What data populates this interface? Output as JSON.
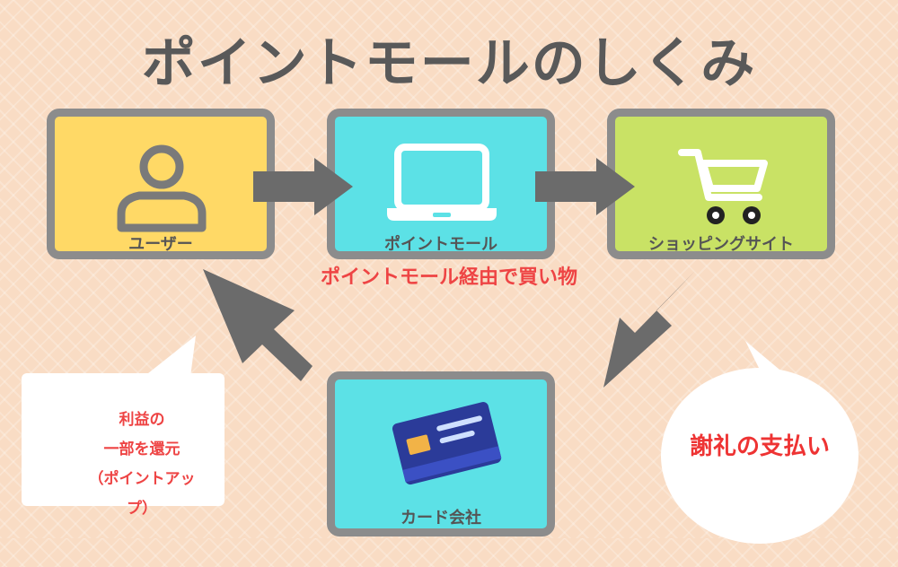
{
  "title": "ポイントモールのしくみ",
  "nodes": {
    "user": {
      "label": "ユーザー",
      "color": "#ffd966"
    },
    "mall": {
      "label": "ポイントモール",
      "color": "#5ce1e6"
    },
    "shop": {
      "label": "ショッピングサイト",
      "color": "#c9e265"
    },
    "card": {
      "label": "カード会社",
      "color": "#5ce1e6"
    }
  },
  "flow_caption": "ポイントモール経由で買い物",
  "user_note": [
    "利益の",
    "一部を還元",
    "（ポイントアップ）"
  ],
  "card_bubble": "謝礼の支払い",
  "colors": {
    "border": "#8c8c8c",
    "arrow": "#6b6b6b",
    "accent": "#ee4444",
    "title": "#595959"
  }
}
